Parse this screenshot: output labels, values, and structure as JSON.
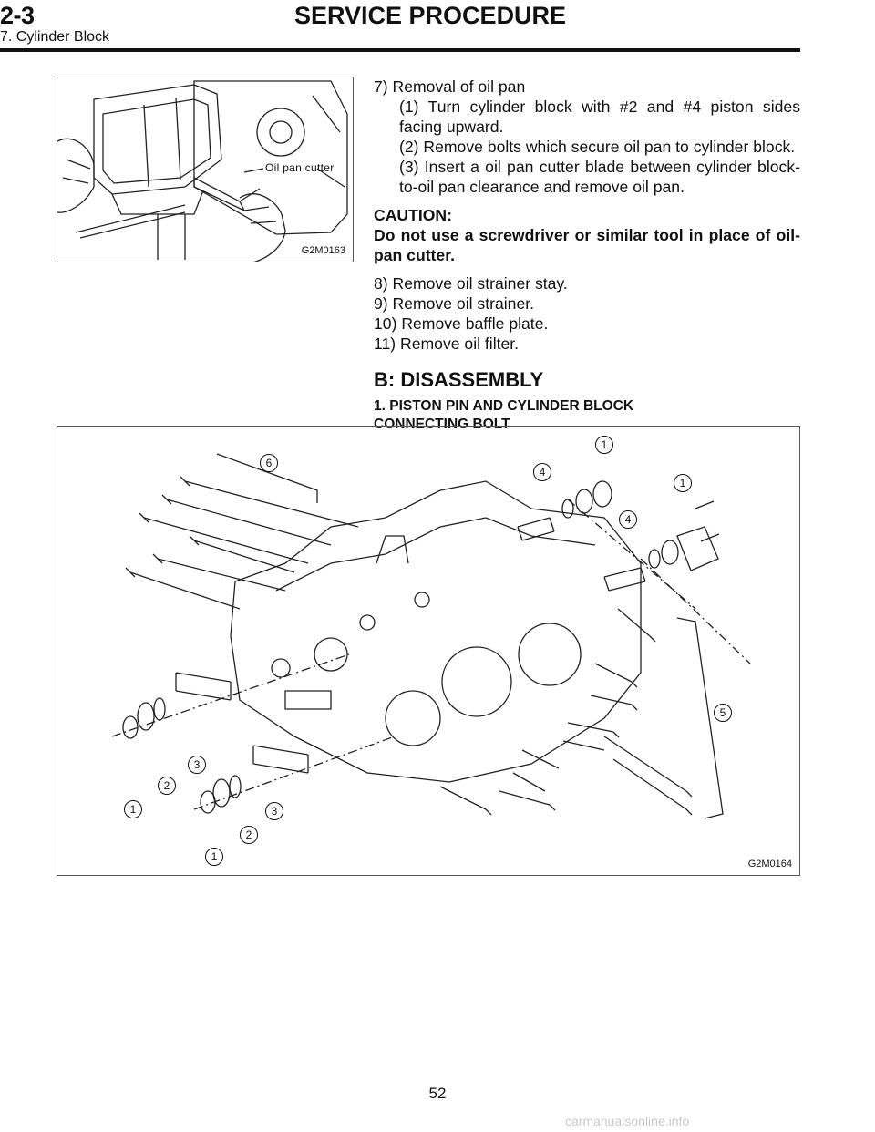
{
  "header": {
    "section_code": "2-3",
    "section_title": "SERVICE PROCEDURE",
    "subsection": "7. Cylinder Block"
  },
  "figure1": {
    "id": "G2M0163",
    "callout": "Oil pan cutter"
  },
  "removal": {
    "step7": "7)  Removal of oil pan",
    "sub1": "(1)  Turn cylinder block with #2 and #4 piston sides facing upward.",
    "sub2": "(2)  Remove bolts which secure oil pan to cylinder block.",
    "sub3": "(3)  Insert a oil pan cutter blade between cylinder block-to-oil pan clearance and remove oil pan.",
    "caution_heading": "CAUTION:",
    "caution_text": "Do not use a screwdriver or similar tool in place of oil-pan cutter.",
    "step8": "8)  Remove oil strainer stay.",
    "step9": "9)  Remove oil strainer.",
    "step10": "10)  Remove baffle plate.",
    "step11": "11)  Remove oil filter."
  },
  "disassembly": {
    "heading": "B:  DISASSEMBLY",
    "sub_heading_line1": "1.  PISTON PIN AND CYLINDER BLOCK",
    "sub_heading_line2": "CONNECTING BOLT"
  },
  "figure2": {
    "id": "G2M0164",
    "labels": [
      "1",
      "2",
      "3",
      "4",
      "5",
      "6"
    ]
  },
  "footer": {
    "page_number": "52",
    "watermark": "carmanualsonline.info"
  }
}
